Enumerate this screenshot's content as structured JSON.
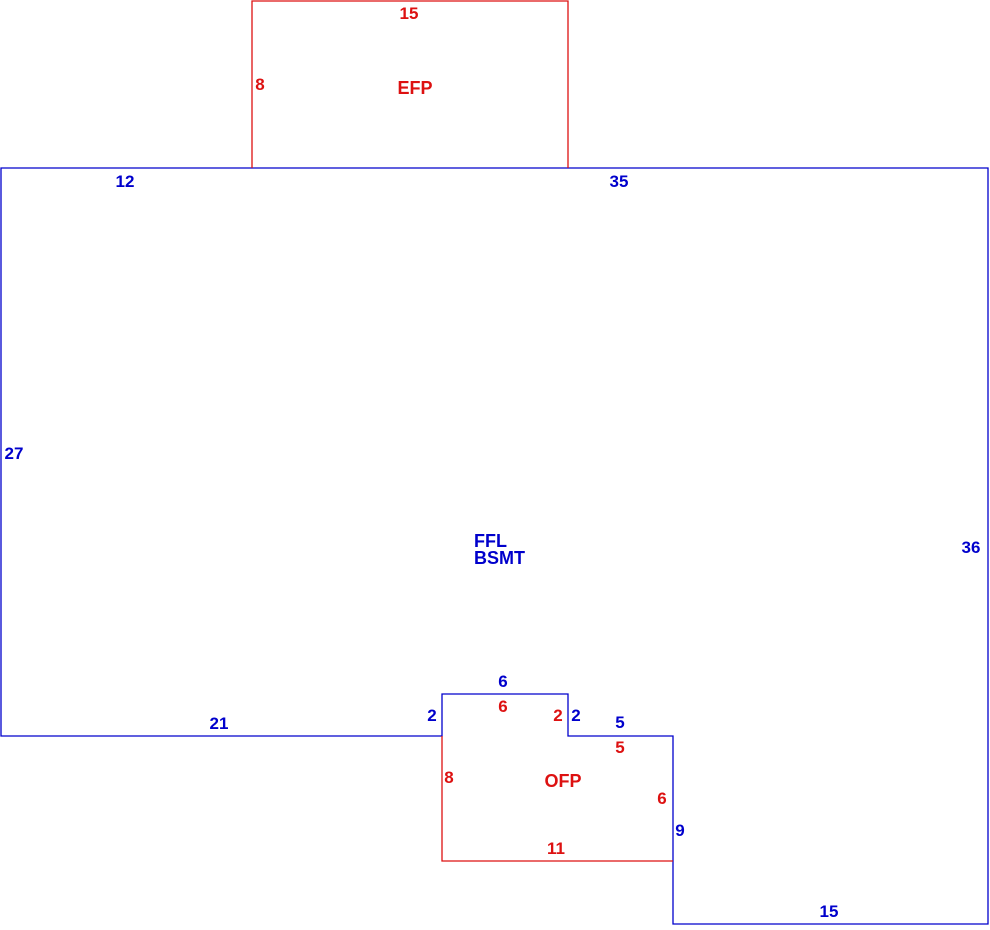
{
  "colors": {
    "main": "#0000cc",
    "porch": "#dd1111"
  },
  "areas": {
    "main": {
      "line1": "FFL",
      "line2": "BSMT"
    },
    "efp": "EFP",
    "ofp": "OFP"
  },
  "main_dims": {
    "top_left": "12",
    "top_right": "35",
    "left": "27",
    "right": "36",
    "bottom_left": "21",
    "notch_left": "2",
    "notch_top": "6",
    "notch_right": "2",
    "step_top": "5",
    "step_right": "9",
    "bottom_right": "15"
  },
  "efp_dims": {
    "top": "15",
    "left": "8"
  },
  "ofp_dims": {
    "top": "6",
    "right_small": "2",
    "step_top": "5",
    "left": "8",
    "right": "6",
    "bottom": "11"
  }
}
